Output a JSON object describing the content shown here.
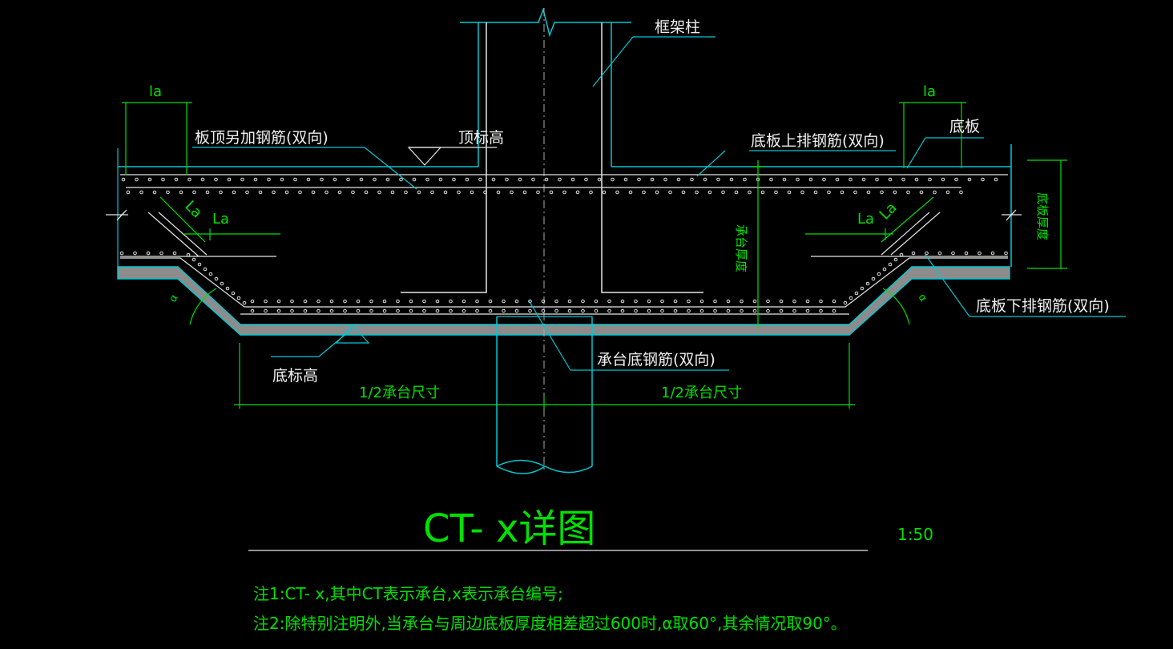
{
  "colors": {
    "background": "#000000",
    "outline": "#00c8d2",
    "rebar": "#e6e6e6",
    "dimension": "#00e000",
    "slab_fill": "#8c8c8c",
    "text_white": "#f0f0f0"
  },
  "labels": {
    "column": "框架柱",
    "top_elev": "顶标高",
    "slab_top_extra": "板顶另加钢筋(双向)",
    "slab_top_bars": "底板上排钢筋(双向)",
    "slab": "底板",
    "slab_bottom_bars": "底板下排钢筋(双向)",
    "cap_bottom_bars": "承台底钢筋(双向)",
    "bottom_elev": "底标高",
    "la_top_left": "la",
    "la_top_right": "la",
    "la_left_diag": "La",
    "la_left_horiz": "La",
    "la_right_horiz": "La",
    "la_right_diag": "La",
    "cap_thickness": "承台厚度",
    "slab_thickness": "底板厚度",
    "half_left": "1/2承台尺寸",
    "half_right": "1/2承台尺寸",
    "alpha_left": "α",
    "alpha_right": "α"
  },
  "title": {
    "text": "CT- x详图",
    "scale": "1:50"
  },
  "notes": [
    "注1:CT- x,其中CT表示承台,x表示承台编号;",
    "注2:除特别注明外,当承台与周边底板厚度相差超过600时,α取60°,其余情况取90°。"
  ]
}
